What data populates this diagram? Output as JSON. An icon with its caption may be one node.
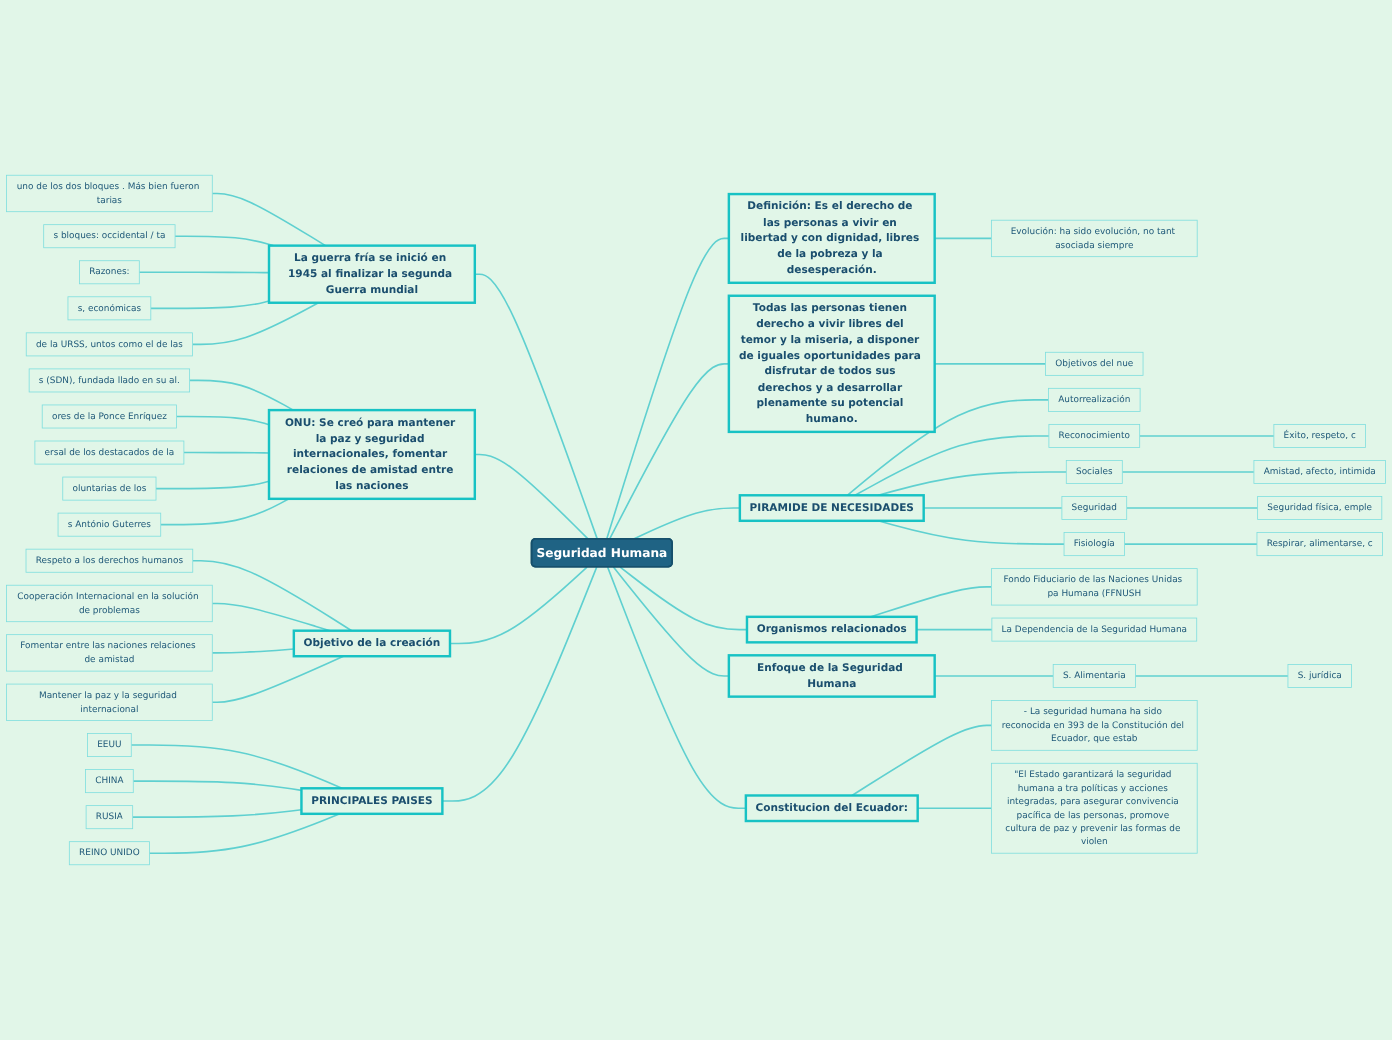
{
  "diagram": {
    "nodes": [
      {
        "text": [
          "Seguridad Humana"
        ]
      },
      {
        "text": [
          "La guerra fría se inició en 1945 al finalizar la segunda Guerra mundial"
        ]
      },
      {
        "text": [
          "uno de los dos bloques . Más bien fueron tarias"
        ]
      },
      {
        "text": [
          "s bloques: occidental / ta"
        ]
      },
      {
        "text": [
          "Razones:"
        ]
      },
      {
        "text": [
          "s, económicas"
        ]
      },
      {
        "text": [
          "de la URSS, untos como el de las"
        ]
      },
      {
        "text": [
          "ONU: Se creó para mantener la paz y seguridad internacionales, fomentar relaciones de amistad entre las naciones"
        ]
      },
      {
        "text": [
          "s (SDN), fundada llado en su al."
        ]
      },
      {
        "text": [
          "ores de la Ponce Enríquez"
        ]
      },
      {
        "text": [
          "ersal de los destacados de la"
        ]
      },
      {
        "text": [
          "oluntarias de los"
        ]
      },
      {
        "text": [
          "s António Guterres"
        ]
      },
      {
        "text": [
          "Objetivo de la creación"
        ]
      },
      {
        "text": [
          "Respeto a los derechos humanos"
        ]
      },
      {
        "text": [
          "Cooperación Internacional en la solución de problemas"
        ]
      },
      {
        "text": [
          "Fomentar entre las naciones relaciones de amistad"
        ]
      },
      {
        "text": [
          "Mantener la paz y la seguridad internacional"
        ]
      },
      {
        "text": [
          "PRINCIPALES PAISES"
        ]
      },
      {
        "text": [
          "EEUU"
        ]
      },
      {
        "text": [
          "CHINA"
        ]
      },
      {
        "text": [
          "RUSIA"
        ]
      },
      {
        "text": [
          "REINO UNIDO"
        ]
      },
      {
        "text": [
          "Definición: Es el derecho de las personas a vivir en libertad y con dignidad, libres de la pobreza y la desesperación."
        ]
      },
      {
        "text": [
          "Evolución: ha sido evolución, no tant asociada siempre"
        ]
      },
      {
        "text": [
          "Todas las personas tienen derecho a vivir libres del temor y la miseria, a disponer de iguales oportunidades para disfrutar de todos sus derechos y a desarrollar plenamente su potencial humano."
        ]
      },
      {
        "text": [
          "Objetivos del nue"
        ]
      },
      {
        "text": [
          "PIRAMIDE DE NECESIDADES"
        ]
      },
      {
        "text": [
          "Autorrealización"
        ]
      },
      {
        "text": [
          "Reconocimiento"
        ]
      },
      {
        "text": [
          "Éxito, respeto, c"
        ]
      },
      {
        "text": [
          "Sociales"
        ]
      },
      {
        "text": [
          "Amistad, afecto, intimida"
        ]
      },
      {
        "text": [
          "Seguridad"
        ]
      },
      {
        "text": [
          "Seguridad física, emple"
        ]
      },
      {
        "text": [
          "Fisiología"
        ]
      },
      {
        "text": [
          "Respirar, alimentarse, c"
        ]
      },
      {
        "text": [
          "Organismos relacionados"
        ]
      },
      {
        "text": [
          "Fondo Fiduciario de las Naciones Unidas pa Humana (FFNUSH"
        ]
      },
      {
        "text": [
          "La Dependencia de la Seguridad Humana"
        ]
      },
      {
        "text": [
          "Enfoque de la Seguridad Humana"
        ]
      },
      {
        "text": [
          "S. Alimentaria"
        ]
      },
      {
        "text": [
          "S. jurídica"
        ]
      },
      {
        "text": [
          "Constitucion del Ecuador:"
        ]
      },
      {
        "text": [
          "- La seguridad humana ha sido reconocida en 393 de la Constitución del Ecuador, que estab"
        ]
      },
      {
        "text": [
          "\"El Estado garantizará la seguridad humana a tra políticas y acciones integradas, para asegurar convivencia pacífica de las personas, promove cultura de paz y prevenir las formas de violen"
        ]
      }
    ],
    "edges": [
      {
        "from": 1,
        "to": 0,
        "arrow": "none"
      },
      {
        "from": 2,
        "to": 1,
        "arrow": "none"
      },
      {
        "from": 3,
        "to": 1,
        "arrow": "none"
      },
      {
        "from": 4,
        "to": 1,
        "arrow": "none"
      },
      {
        "from": 5,
        "to": 1,
        "arrow": "none"
      },
      {
        "from": 6,
        "to": 1,
        "arrow": "none"
      },
      {
        "from": 7,
        "to": 0,
        "arrow": "none"
      },
      {
        "from": 8,
        "to": 7,
        "arrow": "none"
      },
      {
        "from": 9,
        "to": 7,
        "arrow": "none"
      },
      {
        "from": 10,
        "to": 7,
        "arrow": "none"
      },
      {
        "from": 11,
        "to": 7,
        "arrow": "none"
      },
      {
        "from": 12,
        "to": 7,
        "arrow": "none"
      },
      {
        "from": 13,
        "to": 0,
        "arrow": "none"
      },
      {
        "from": 14,
        "to": 13,
        "arrow": "none"
      },
      {
        "from": 15,
        "to": 13,
        "arrow": "none"
      },
      {
        "from": 16,
        "to": 13,
        "arrow": "none"
      },
      {
        "from": 17,
        "to": 13,
        "arrow": "none"
      },
      {
        "from": 18,
        "to": 0,
        "arrow": "none"
      },
      {
        "from": 19,
        "to": 18,
        "arrow": "none"
      },
      {
        "from": 20,
        "to": 18,
        "arrow": "none"
      },
      {
        "from": 21,
        "to": 18,
        "arrow": "none"
      },
      {
        "from": 22,
        "to": 18,
        "arrow": "none"
      },
      {
        "from": 0,
        "to": 23,
        "arrow": "none"
      },
      {
        "from": 23,
        "to": 24,
        "arrow": "none"
      },
      {
        "from": 0,
        "to": 25,
        "arrow": "none"
      },
      {
        "from": 25,
        "to": 26,
        "arrow": "none"
      },
      {
        "from": 0,
        "to": 27,
        "arrow": "none"
      },
      {
        "from": 27,
        "to": 28,
        "arrow": "none"
      },
      {
        "from": 27,
        "to": 29,
        "arrow": "none"
      },
      {
        "from": 29,
        "to": 30,
        "arrow": "none"
      },
      {
        "from": 27,
        "to": 31,
        "arrow": "none"
      },
      {
        "from": 31,
        "to": 32,
        "arrow": "none"
      },
      {
        "from": 27,
        "to": 33,
        "arrow": "none"
      },
      {
        "from": 33,
        "to": 34,
        "arrow": "none"
      },
      {
        "from": 27,
        "to": 35,
        "arrow": "none"
      },
      {
        "from": 35,
        "to": 36,
        "arrow": "none"
      },
      {
        "from": 0,
        "to": 37,
        "arrow": "none"
      },
      {
        "from": 37,
        "to": 38,
        "arrow": "none"
      },
      {
        "from": 37,
        "to": 39,
        "arrow": "none"
      },
      {
        "from": 0,
        "to": 40,
        "arrow": "none"
      },
      {
        "from": 40,
        "to": 41,
        "arrow": "none"
      },
      {
        "from": 41,
        "to": 42,
        "arrow": "none"
      },
      {
        "from": 0,
        "to": 43,
        "arrow": "none"
      },
      {
        "from": 43,
        "to": 44,
        "arrow": "none"
      },
      {
        "from": 43,
        "to": 45,
        "arrow": "none"
      }
    ]
  }
}
